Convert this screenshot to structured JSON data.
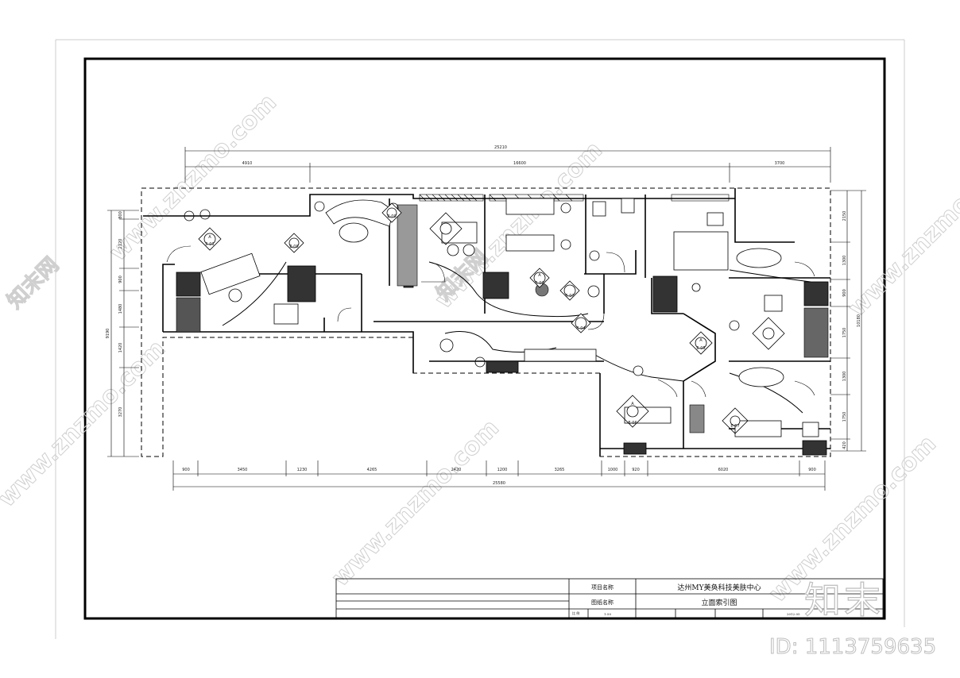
{
  "dimensions": {
    "top_total": "25210",
    "top_segments": [
      "4910",
      "16600",
      "3700"
    ],
    "bottom_total": "25580",
    "bottom_segments": [
      "900",
      "3450",
      "1230",
      "4265",
      "2420",
      "1200",
      "3265",
      "1000",
      "920",
      "6020",
      "900"
    ],
    "left_total": "9190",
    "left_segments": [
      "800",
      "2120",
      "900",
      "1480",
      "1420",
      "3270"
    ],
    "right_total": "10180",
    "right_segments": [
      "2150",
      "1300",
      "900",
      "1750",
      "1300",
      "1750",
      "420"
    ]
  },
  "title_block": {
    "project_label": "项目名称",
    "project_name": "达州MY美奂科技美肤中心",
    "drawing_label": "图纸名称",
    "drawing_name": "立面索引图",
    "scale_label": "比 例",
    "scale_value": "1:50",
    "date_value": "2012.05"
  },
  "watermark": {
    "site": "www.znzmo.com",
    "brand": "知末网",
    "logo": "知末",
    "id_text": "ID: 1113759635"
  },
  "symbols": {
    "elevation_tags": [
      "E-01",
      "E-02",
      "E-03",
      "E-04",
      "E-05",
      "E-06",
      "E-07",
      "E-08",
      "E-09"
    ],
    "view_letter": "A"
  }
}
